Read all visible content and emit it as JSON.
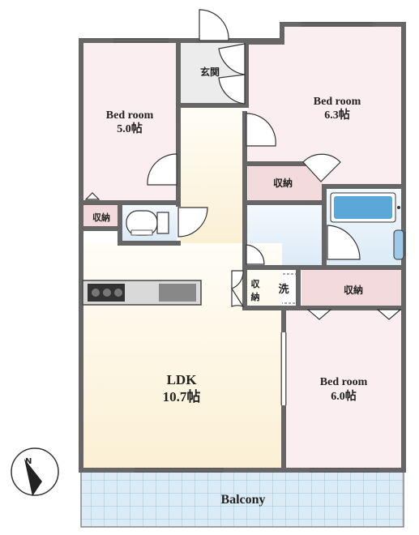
{
  "rooms": {
    "bedroom_nw": {
      "name": "Bed room",
      "size": "5.0帖"
    },
    "bedroom_ne": {
      "name": "Bed room",
      "size": "6.3帖"
    },
    "bedroom_se": {
      "name": "Bed room",
      "size": "6.0帖"
    },
    "ldk": {
      "name": "LDK",
      "size": "10.7帖"
    },
    "balcony": {
      "name": "Balcony"
    },
    "entrance": {
      "name": "玄関"
    },
    "storage_ne": {
      "name": "収納"
    },
    "storage_w": {
      "name": "収納"
    },
    "storage_mid_top": "収",
    "storage_mid_bottom": "納",
    "storage_se": {
      "name": "収納"
    },
    "washer": {
      "name": "洗"
    }
  },
  "compass": {
    "label": "N"
  },
  "colors": {
    "wall": "#666666",
    "bedroom_fill": "#fbeef0",
    "storage_fill": "#f3dadd",
    "ldk_fill": "#fdf3dc",
    "bath_fill": "#eaf3fb",
    "balcony_fill": "#dcecf7",
    "entry_fill": "#e9e9e9"
  }
}
